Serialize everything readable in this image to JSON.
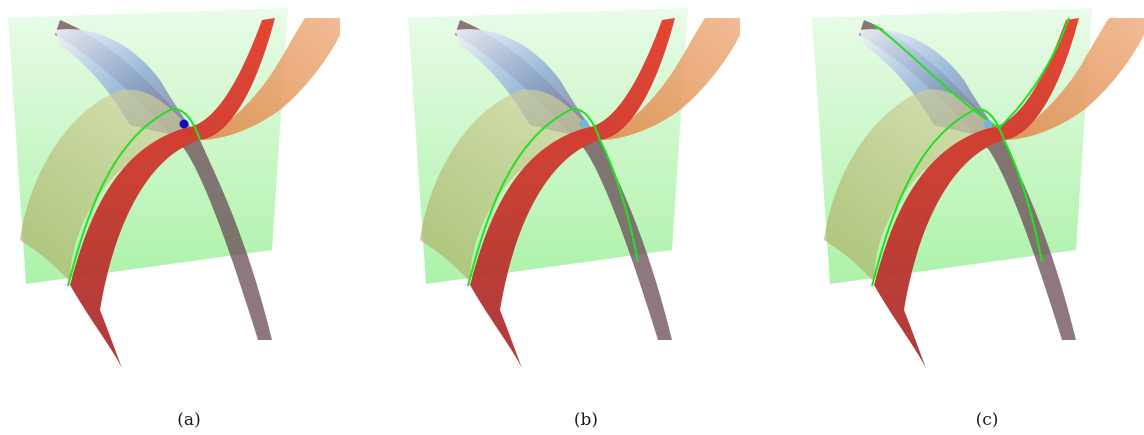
{
  "panels": [
    {
      "caption": "(a)",
      "marker_color": "#1010c0",
      "curve_mode": "left"
    },
    {
      "caption": "(b)",
      "marker_color": "#6fb8d8",
      "curve_mode": "both"
    },
    {
      "caption": "(c)",
      "marker_color": "#6fb8d8",
      "curve_mode": "all"
    }
  ],
  "colors": {
    "plane": "#9ef09a",
    "curve": "#22e022",
    "red_surface": "#c81e1e",
    "blue_surface": "#8fb0d8",
    "orange_surface": "#e0884a",
    "olive_surface": "#a8a85a"
  }
}
